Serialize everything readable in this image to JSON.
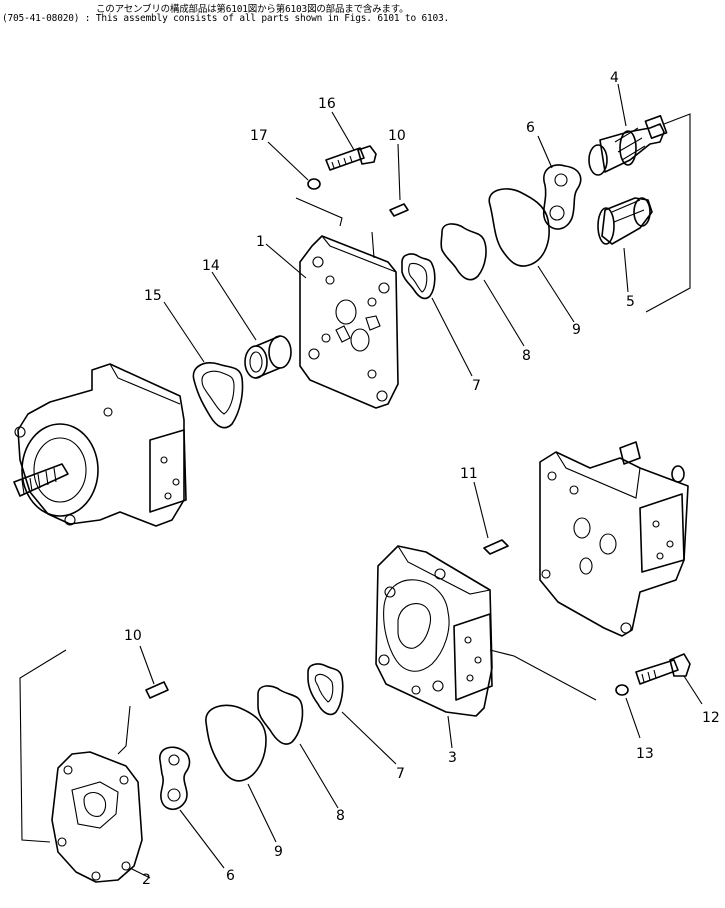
{
  "header": {
    "line1": "このアセンブリの構成部品は第6101図から第6103図の部品まで含みます。",
    "line2": "(705-41-08020) : This assembly consists of all parts shown in Figs. 6101 to 6103."
  },
  "callouts": [
    "1",
    "2",
    "3",
    "4",
    "5",
    "6",
    "6",
    "7",
    "7",
    "8",
    "8",
    "9",
    "9",
    "10",
    "10",
    "11",
    "12",
    "13",
    "14",
    "15",
    "16",
    "17"
  ]
}
